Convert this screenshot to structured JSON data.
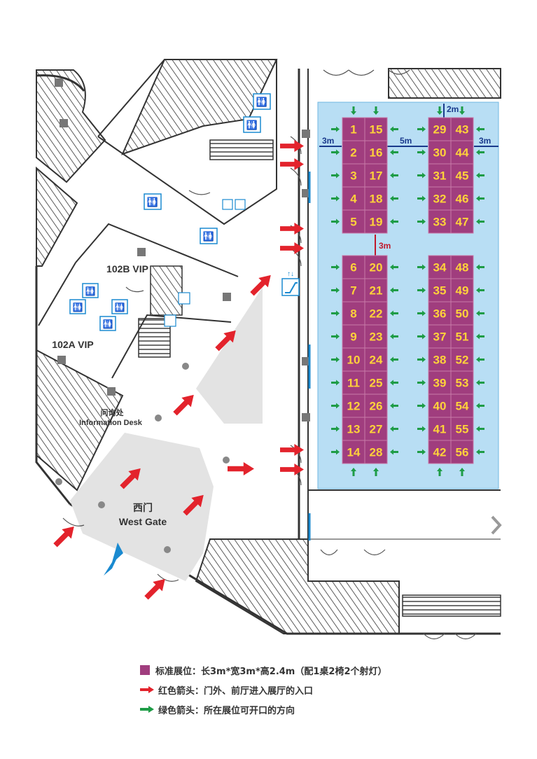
{
  "colors": {
    "booth_fill": "#a03d7e",
    "booth_number": "#ffd23a",
    "hall_area": "#b8def4",
    "red_arrow": "#e3232c",
    "green_arrow": "#1e9c46",
    "dimension_blue": "#1a3a8c",
    "dimension_red": "#c0182a"
  },
  "labels": {
    "vip_102b": "102B VIP",
    "vip_102a": "102A VIP",
    "info_cn": "问询处",
    "info_en": "Information Desk",
    "gate_cn": "西门",
    "gate_en": "West Gate"
  },
  "dimensions": {
    "d_2m": "2m",
    "d_3m_left": "3m",
    "d_5m": "5m",
    "d_3m_right": "3m",
    "d_3m_vertical": "3m"
  },
  "booths": {
    "group_a_left": [
      "1",
      "2",
      "3",
      "4",
      "5"
    ],
    "group_a_right": [
      "15",
      "16",
      "17",
      "18",
      "19"
    ],
    "group_b_left": [
      "29",
      "30",
      "31",
      "32",
      "33"
    ],
    "group_b_right": [
      "43",
      "44",
      "45",
      "46",
      "47"
    ],
    "group_c_left": [
      "6",
      "7",
      "8",
      "9",
      "10",
      "11",
      "12",
      "13",
      "14"
    ],
    "group_c_right": [
      "20",
      "21",
      "22",
      "23",
      "24",
      "25",
      "26",
      "27",
      "28"
    ],
    "group_d_left": [
      "34",
      "35",
      "36",
      "37",
      "38",
      "39",
      "40",
      "41",
      "42"
    ],
    "group_d_right": [
      "48",
      "49",
      "50",
      "51",
      "52",
      "53",
      "54",
      "55",
      "56"
    ]
  },
  "icons": [
    "restroom-icon",
    "accessible-restroom-icon",
    "escalator-icon",
    "north-arrow-icon",
    "chevron-right-icon"
  ],
  "legend": {
    "standard_booth": "标准展位：长3m*宽3m*高2.4m（配1桌2椅2个射灯）",
    "red_arrow": "红色箭头：门外、前厅进入展厅的入口",
    "green_arrow": "绿色箭头：所在展位可开口的方向"
  }
}
